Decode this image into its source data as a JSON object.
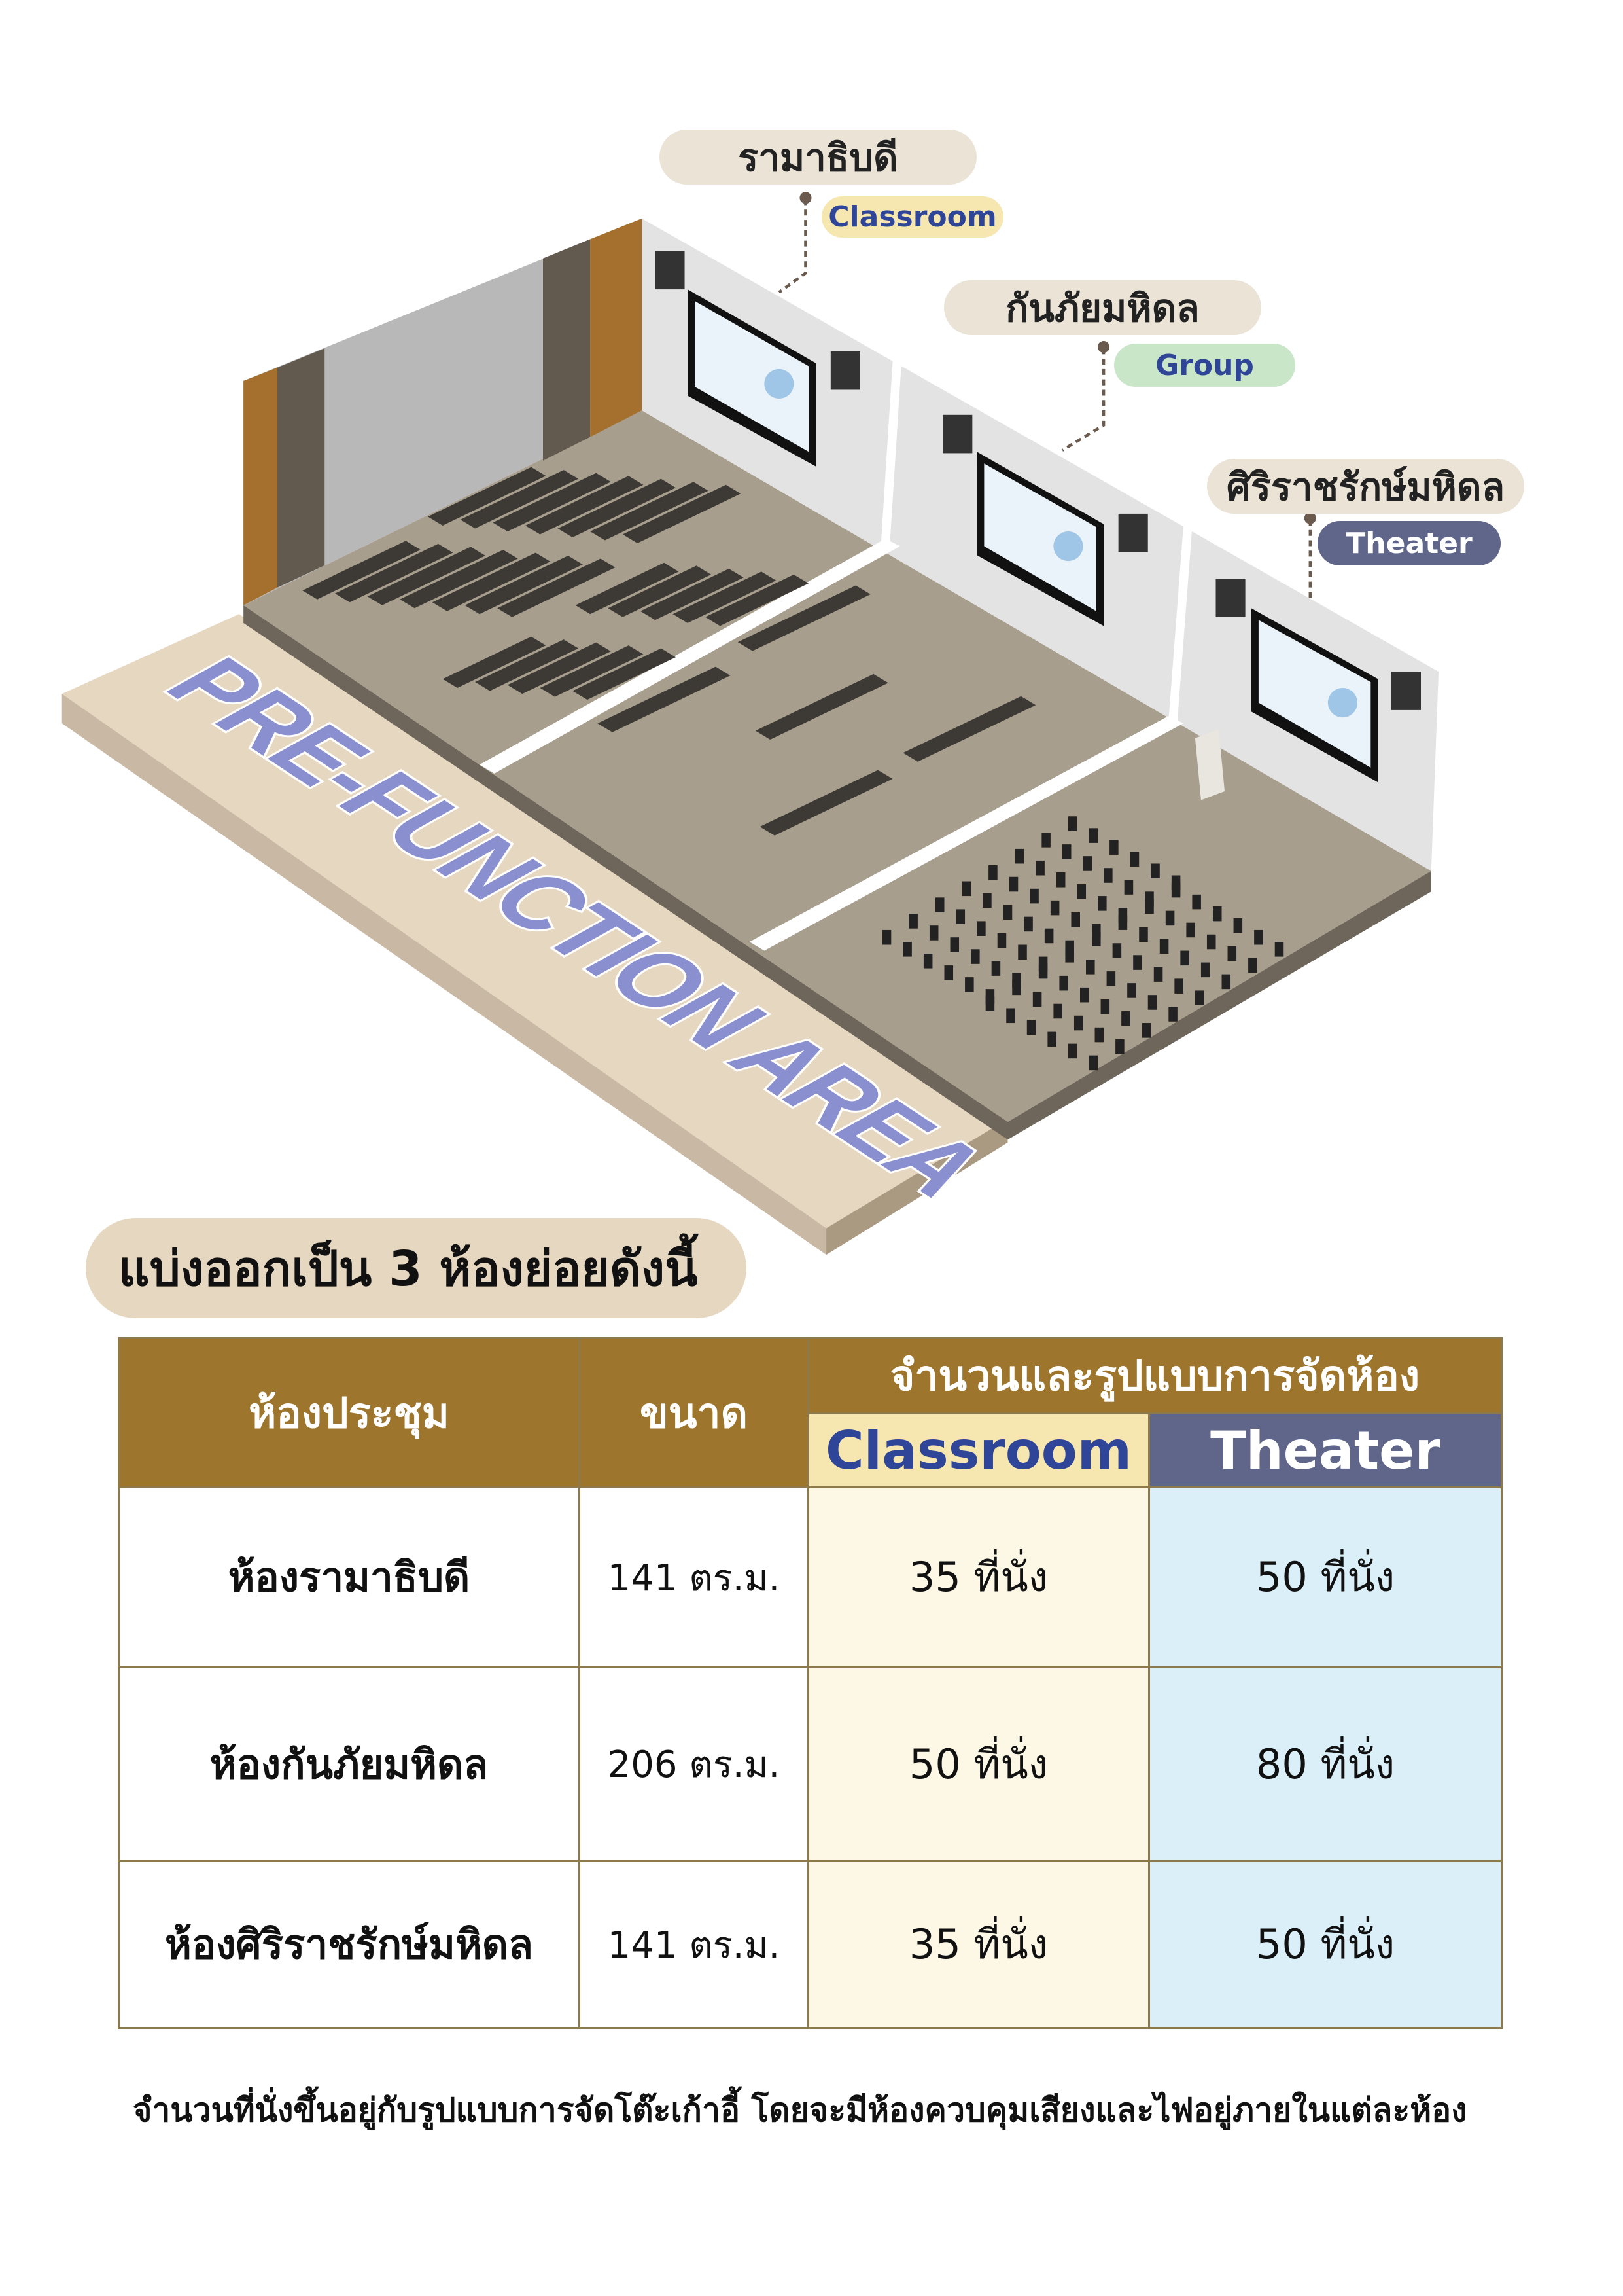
{
  "illustration": {
    "area_label": "PRE-FUNCTION AREA",
    "rooms": [
      {
        "name": "รามาธิบดี",
        "layout": "Classroom",
        "tag_bg": "#f6e6b0",
        "tag_fg": "#2f4598"
      },
      {
        "name": "กันภัยมหิดล",
        "layout": "Group",
        "tag_bg": "#c9e6c9",
        "tag_fg": "#2f4598"
      },
      {
        "name": "ศิริราชรักษ์มหิดล",
        "layout": "Theater",
        "tag_bg": "#5f6689",
        "tag_fg": "#ffffff"
      }
    ]
  },
  "heading": "แบ่งออกเป็น 3 ห้องย่อยดังนี้",
  "table": {
    "headers": {
      "room": "ห้องประชุม",
      "size": "ขนาด",
      "group": "จำนวนและรูปแบบการจัดห้อง",
      "classroom": "Classroom",
      "theater": "Theater"
    },
    "rows": [
      {
        "room": "ห้องรามาธิบดี",
        "size": "141 ตร.ม.",
        "classroom": "35 ที่นั่ง",
        "theater": "50 ที่นั่ง"
      },
      {
        "room": "ห้องกันภัยมหิดล",
        "size": "206 ตร.ม.",
        "classroom": "50 ที่นั่ง",
        "theater": "80 ที่นั่ง"
      },
      {
        "room": "ห้องศิริราชรักษ์มหิดล",
        "size": "141 ตร.ม.",
        "classroom": "35 ที่นั่ง",
        "theater": "50 ที่นั่ง"
      }
    ]
  },
  "footnote": "จำนวนที่นั่งขึ้นอยู่กับรูปแบบการจัดโต๊ะเก้าอี้ โดยจะมีห้องควบคุมเสียงและไฟอยู่ภายในแต่ละห้อง"
}
